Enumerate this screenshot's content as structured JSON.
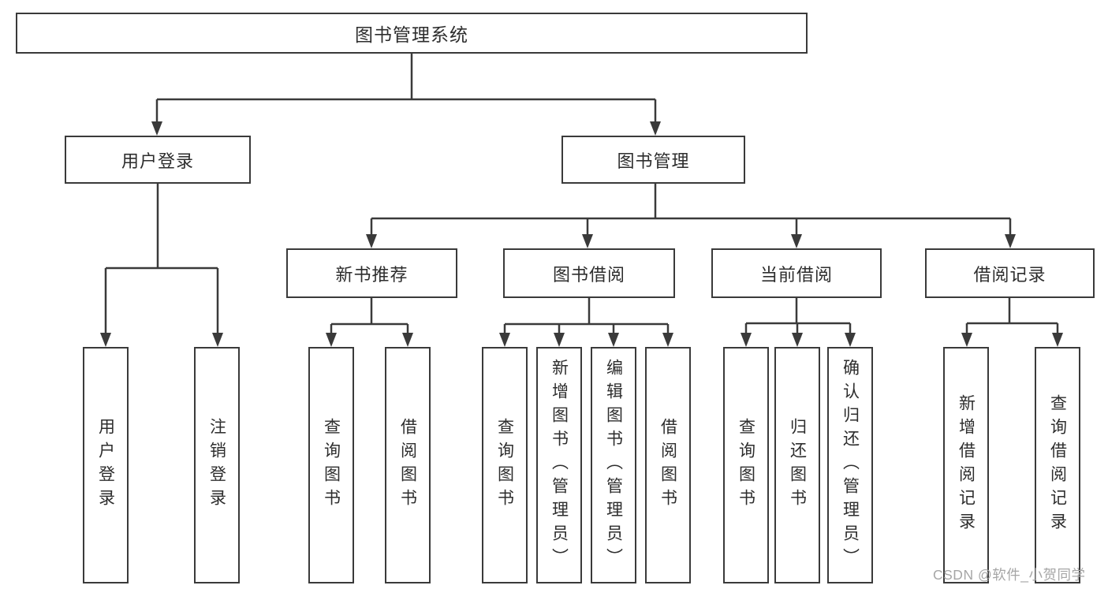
{
  "nodes": {
    "root": "图书管理系统",
    "level2": [
      "用户登录",
      "图书管理"
    ],
    "level3": [
      "新书推荐",
      "图书借阅",
      "当前借阅",
      "借阅记录"
    ],
    "leaves_user": [
      "用户登录",
      "注销登录"
    ],
    "leaves_recommend": [
      "查询图书",
      "借阅图书"
    ],
    "leaves_borrow": [
      "查询图书",
      "新增图书（管理员）",
      "编辑图书（管理员）",
      "借阅图书"
    ],
    "leaves_current": [
      "查询图书",
      "归还图书",
      "确认归还（管理员）"
    ],
    "leaves_records": [
      "新增借阅记录",
      "查询借阅记录"
    ]
  },
  "watermark": {
    "text": "CSDN @软件_小贺同学"
  },
  "colors": {
    "line": "#3a3a3a",
    "text": "#2d2d2d",
    "background": "#ffffff",
    "watermark": "#a6a6a6"
  }
}
